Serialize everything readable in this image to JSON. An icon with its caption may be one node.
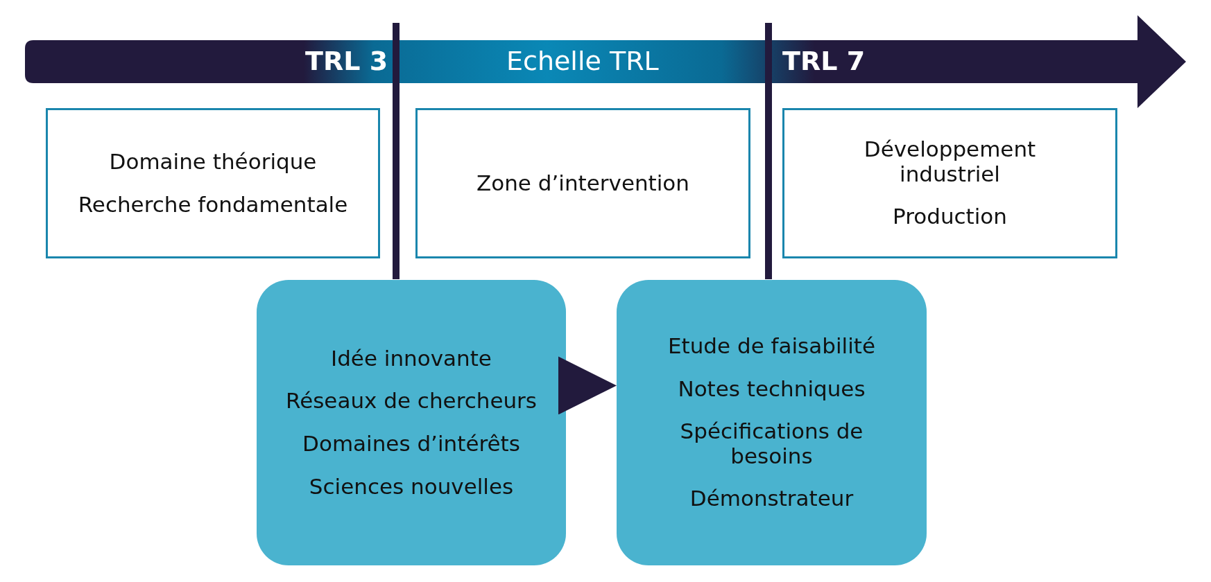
{
  "diagram": {
    "nodes": [
      {
        "text": [
          "Domaine théorique",
          "Recherche fondamentale"
        ]
      },
      {
        "text": [
          "Zone d’intervention"
        ]
      },
      {
        "text": [
          "Développement industriel",
          "Production"
        ]
      },
      {
        "text": [
          "Idée innovante",
          "Réseaux de chercheurs",
          "Domaines d’intérêts",
          "Sciences nouvelles"
        ]
      },
      {
        "text": [
          "Etude de faisabilité",
          "Notes techniques",
          "Spécifications de besoins",
          "Démonstrateur"
        ]
      }
    ],
    "edges": [
      {
        "from": 3,
        "to": 4,
        "arrow": "to",
        "style": "thick"
      }
    ],
    "labels": [
      "TRL 3",
      "Echelle TRL",
      "TRL 7"
    ]
  }
}
